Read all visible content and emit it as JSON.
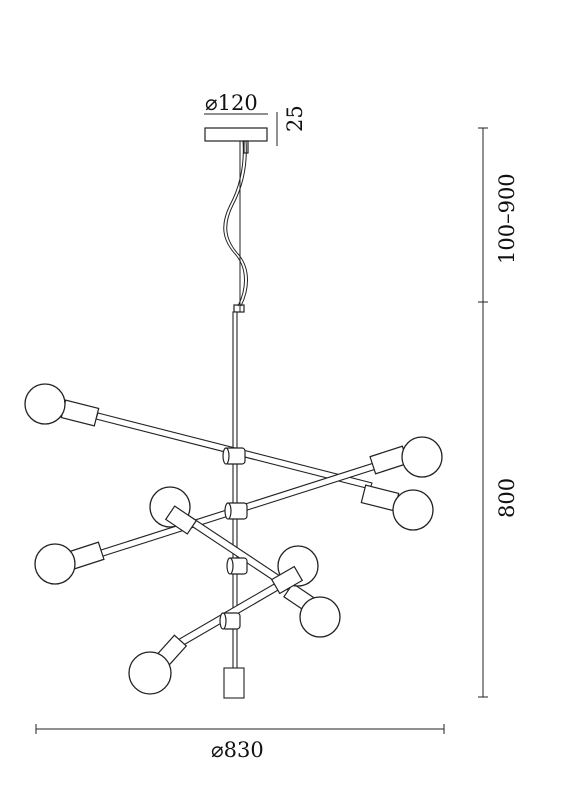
{
  "dimensions": {
    "canopy_diameter": "⌀120",
    "canopy_height": "25",
    "cable_length": "100–900",
    "fixture_height": "800",
    "overall_diameter": "⌀830"
  },
  "colors": {
    "line": "#222222",
    "background": "#ffffff"
  }
}
